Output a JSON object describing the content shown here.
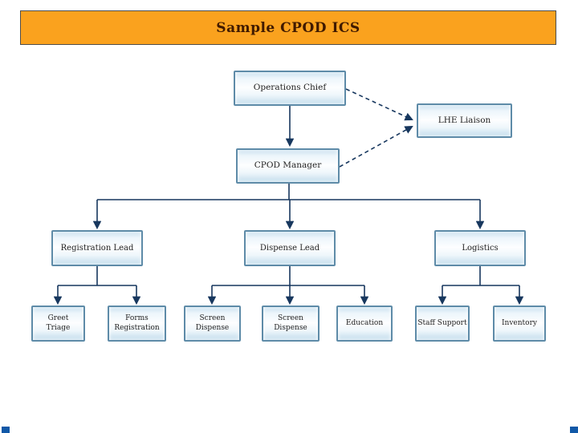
{
  "slide": {
    "title": "Sample CPOD ICS"
  },
  "colors": {
    "banner_fill": "#FAA21E",
    "banner_border": "#4D4D4D",
    "title_text": "#401A00",
    "node_fill_center": "#FDFEFF",
    "node_fill_edge": "#C9E0EF",
    "node_border": "#5E8BA8",
    "connector": "#17375E",
    "corner_square": "#1058A7"
  },
  "org_chart": {
    "nodes": {
      "operations_chief": "Operations Chief",
      "lhe_liaison": "LHE Liaison",
      "cpod_manager": "CPOD Manager",
      "registration_lead": "Registration Lead",
      "dispense_lead": "Dispense Lead",
      "logistics": "Logistics",
      "greet_triage": "Greet\nTriage",
      "forms_registration": "Forms\nRegistration",
      "screen_dispense_1": "Screen\nDispense",
      "screen_dispense_2": "Screen\nDispense",
      "education": "Education",
      "staff_support": "Staff Support",
      "inventory": "Inventory"
    },
    "edges": [
      {
        "from": "operations_chief",
        "to": "cpod_manager",
        "style": "solid-arrow"
      },
      {
        "from": "operations_chief",
        "to": "lhe_liaison",
        "style": "dashed-arrow"
      },
      {
        "from": "cpod_manager",
        "to": "lhe_liaison",
        "style": "dashed-arrow"
      },
      {
        "from": "cpod_manager",
        "to": "registration_lead",
        "style": "solid-arrow"
      },
      {
        "from": "cpod_manager",
        "to": "dispense_lead",
        "style": "solid-arrow"
      },
      {
        "from": "cpod_manager",
        "to": "logistics",
        "style": "solid-arrow"
      },
      {
        "from": "registration_lead",
        "to": "greet_triage",
        "style": "solid-arrow"
      },
      {
        "from": "registration_lead",
        "to": "forms_registration",
        "style": "solid-arrow"
      },
      {
        "from": "dispense_lead",
        "to": "screen_dispense_1",
        "style": "solid-arrow"
      },
      {
        "from": "dispense_lead",
        "to": "screen_dispense_2",
        "style": "solid-arrow"
      },
      {
        "from": "dispense_lead",
        "to": "education",
        "style": "solid-arrow"
      },
      {
        "from": "logistics",
        "to": "staff_support",
        "style": "solid-arrow"
      },
      {
        "from": "logistics",
        "to": "inventory",
        "style": "solid-arrow"
      }
    ]
  }
}
